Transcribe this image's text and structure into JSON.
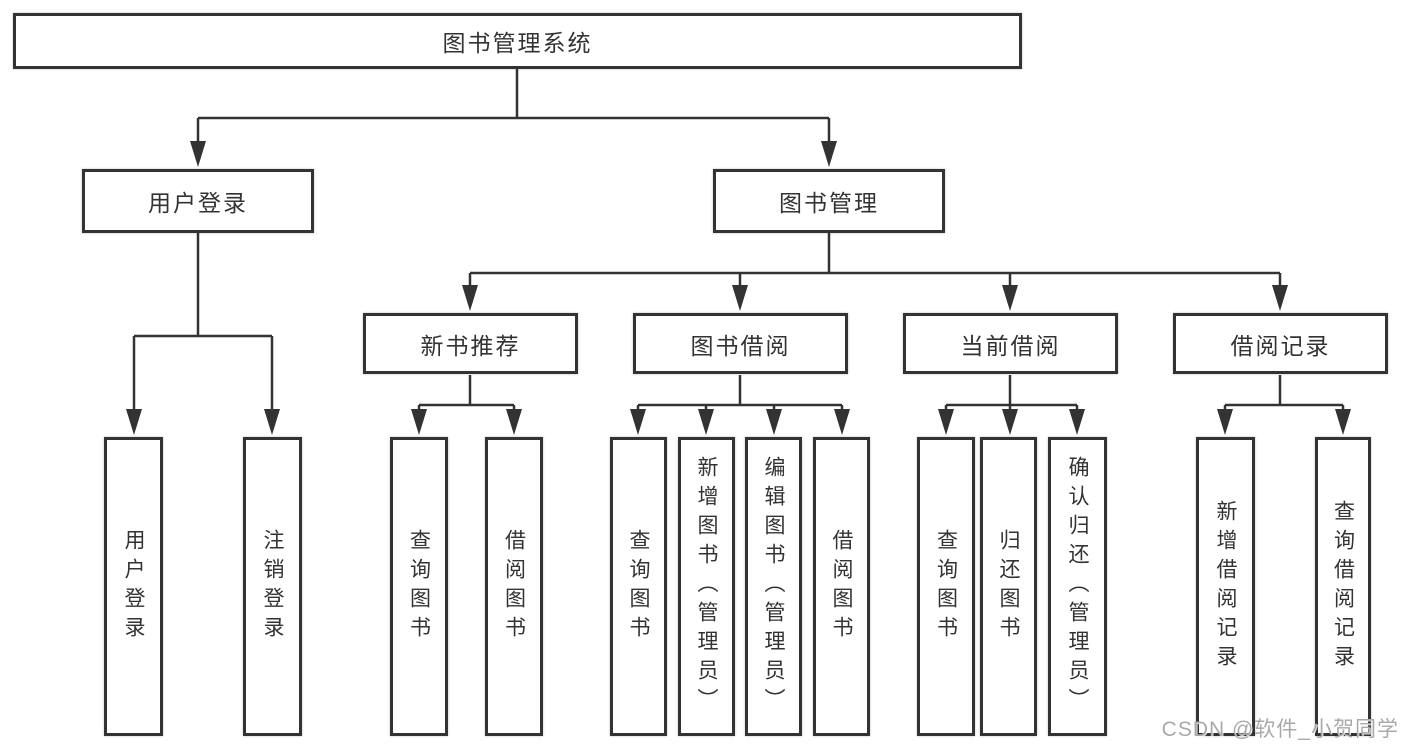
{
  "tree": {
    "label": "图书管理系统",
    "children": [
      {
        "label": "用户登录",
        "children": [
          {
            "label": "用户登录"
          },
          {
            "label": "注销登录"
          }
        ]
      },
      {
        "label": "图书管理",
        "children": [
          {
            "label": "新书推荐",
            "children": [
              {
                "label": "查询图书"
              },
              {
                "label": "借阅图书"
              }
            ]
          },
          {
            "label": "图书借阅",
            "children": [
              {
                "label": "查询图书"
              },
              {
                "label": "新增图书（管理员）"
              },
              {
                "label": "编辑图书（管理员）"
              },
              {
                "label": "借阅图书"
              }
            ]
          },
          {
            "label": "当前借阅",
            "children": [
              {
                "label": "查询图书"
              },
              {
                "label": "归还图书"
              },
              {
                "label": "确认归还（管理员）"
              }
            ]
          },
          {
            "label": "借阅记录",
            "children": [
              {
                "label": "新增借阅记录"
              },
              {
                "label": "查询借阅记录"
              }
            ]
          }
        ]
      }
    ]
  },
  "watermark": "CSDN @软件_小贺同学",
  "colors": {
    "line": "#333333",
    "box_border": "#333333",
    "text": "#333333",
    "watermark": "#a9a9a9",
    "background": "#ffffff"
  }
}
